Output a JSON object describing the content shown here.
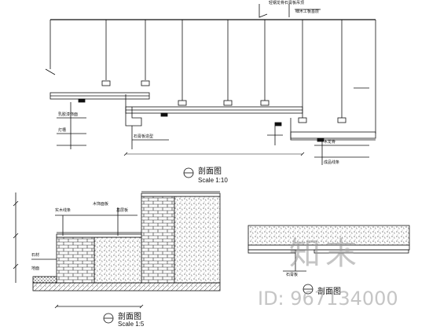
{
  "detail_a": {
    "title": "剖面图",
    "scale": "Scale 1:10",
    "annotations": [
      "轻钢龙骨石膏板吊顶",
      "细木工板基层",
      "乳胶漆饰面",
      "灯槽",
      "石膏板造型",
      "木龙骨",
      "成品线条"
    ]
  },
  "detail_b": {
    "title": "剖面图",
    "scale": "Scale 1:5",
    "annotations": [
      "实木线条",
      "木饰面板",
      "基层板",
      "石材",
      "地面"
    ]
  },
  "detail_c": {
    "title": "剖面图",
    "annotations": [
      "石膏板"
    ]
  },
  "watermark": {
    "logo_text": "知末",
    "id_text": "ID: 967134000"
  },
  "colors": {
    "line": "#111111",
    "watermark": "#9a9a9a"
  }
}
